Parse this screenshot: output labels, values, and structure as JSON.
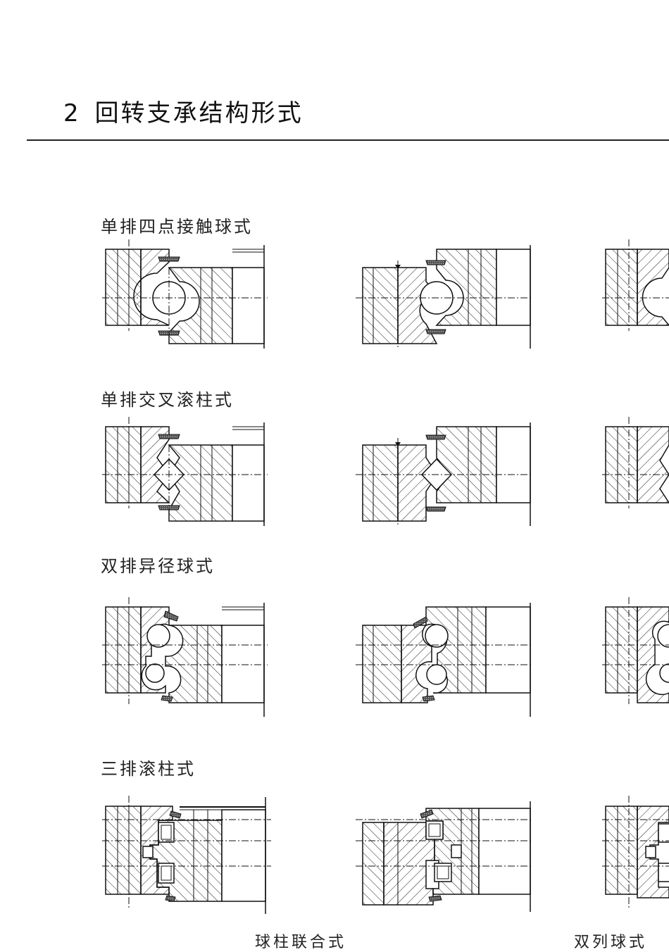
{
  "heading": {
    "number": "2",
    "text": "回转支承结构形式"
  },
  "sections": [
    {
      "label": "单排四点接触球式"
    },
    {
      "label": "单排交叉滚柱式"
    },
    {
      "label": "双排异径球式"
    },
    {
      "label": "三排滚柱式"
    }
  ],
  "captions": [
    "球柱联合式",
    "双列球式"
  ]
}
